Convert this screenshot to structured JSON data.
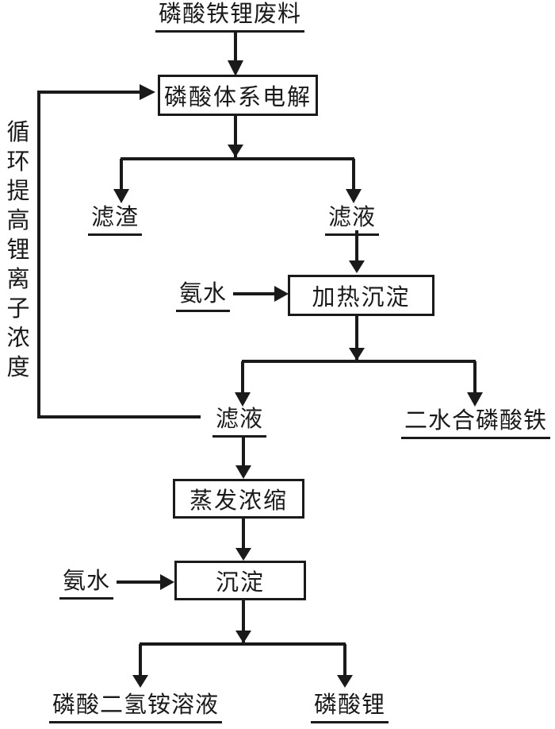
{
  "diagram": {
    "type": "process-flowchart",
    "input": "磷酸铁锂废料",
    "step1": "磷酸体系电解",
    "residue": "滤渣",
    "filtrate1": "滤液",
    "reagent1": "氨水",
    "step2": "加热沉淀",
    "filtrate2": "滤液",
    "product1": "二水合磷酸铁",
    "step3": "蒸发浓缩",
    "reagent2": "氨水",
    "step4": "沉淀",
    "product2": "磷酸二氢铵溶液",
    "product3": "磷酸锂",
    "recycle_label": "循环提高锂离子浓度",
    "line_color": "#1a1a1a"
  }
}
